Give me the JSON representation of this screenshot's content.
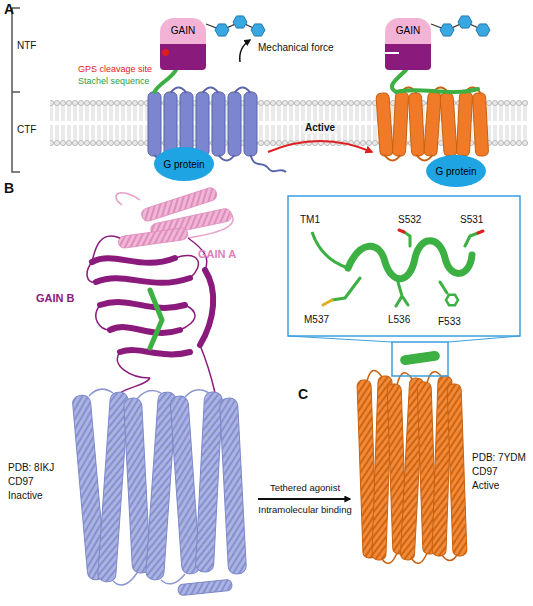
{
  "diagram": {
    "nodes": [
      {
        "text": [
          "GAIN"
        ]
      },
      {
        "text": [
          "GAIN"
        ]
      },
      {
        "text": [
          "G protein"
        ]
      },
      {
        "text": [
          "G protein"
        ]
      }
    ],
    "labels": [
      "A",
      "NTF",
      "CTF",
      "Mechanical force",
      "GPS cleavage site",
      "Stachel sequence",
      "Active",
      "B",
      "GAIN A",
      "GAIN B",
      "PDB: 8IKJ",
      "CD97",
      "Inactive",
      "Tethered agonist",
      "Intramolecular binding",
      "C",
      "TM1",
      "S532",
      "S531",
      "M537",
      "L536",
      "F533",
      "PDB: 7YDM",
      "CD97",
      "Active"
    ]
  }
}
